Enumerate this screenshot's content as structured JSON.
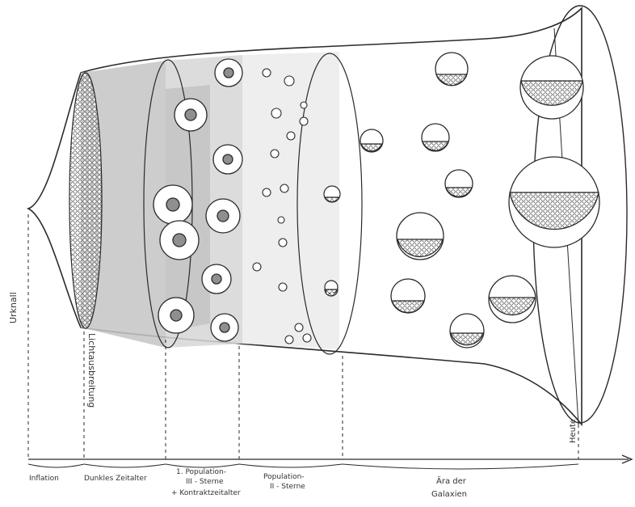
{
  "labels": {
    "urknall": "Urknall",
    "lichtausbreitung": "Lichtausbreitung",
    "heute": "Heute",
    "phases": [
      {
        "text": "Inflation"
      },
      {
        "text": "Dunkles Zeitalter"
      },
      {
        "text": "1. Population-"
      },
      {
        "text": "III - Sterne"
      },
      {
        "text": "+ Kontraktzeitalter"
      },
      {
        "text": "Population-"
      },
      {
        "text": "II - Sterne"
      },
      {
        "text": "Ära der"
      },
      {
        "text": "Galaxien"
      }
    ]
  },
  "colors": {
    "ink": "#2a2a2a",
    "dark_band": "#b8b8b8",
    "mid_band": "#c9c9c9",
    "light_band": "#dedede",
    "faint_band": "#ececec",
    "cell_core": "#8f8f8f"
  }
}
